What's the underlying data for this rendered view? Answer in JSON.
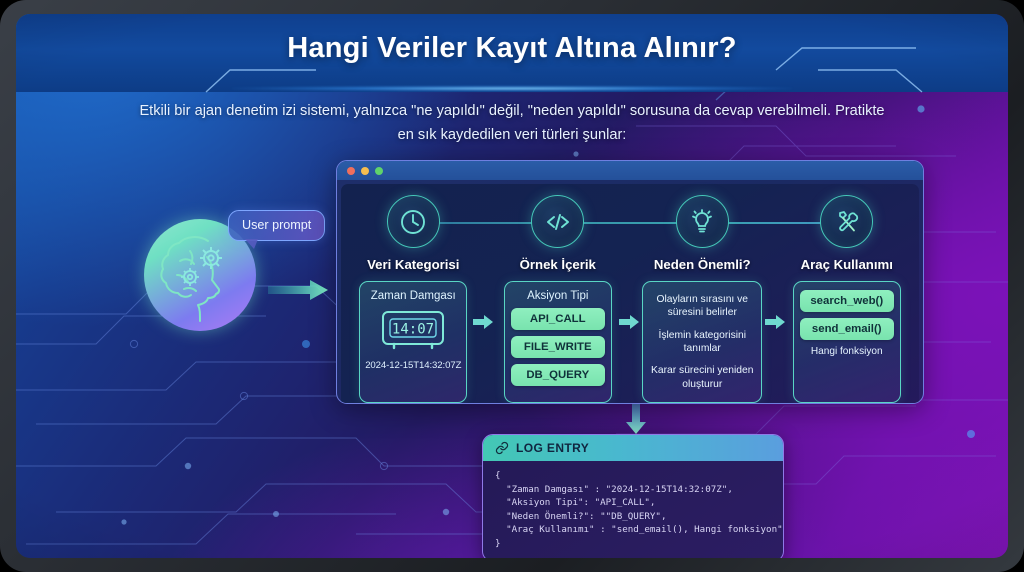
{
  "header": {
    "title": "Hangi Veriler Kayıt Altına Alınır?",
    "subtitle": "Etkili bir ajan denetim izi sistemi, yalnızca \"ne yapıldı\" değil, \"neden yapıldı\" sorusuna da cevap verebilmeli. Pratikte en sık kaydedilen veri türleri şunlar:"
  },
  "source": {
    "bubble_label": "User prompt",
    "brain_icon": "brain-gears-head-icon",
    "arrow_icon": "arrow-right-icon"
  },
  "window": {
    "dots": [
      {
        "name": "close",
        "color": "#ef6f5d"
      },
      {
        "name": "minimize",
        "color": "#f5bd4f"
      },
      {
        "name": "maximize",
        "color": "#5fd36b"
      }
    ],
    "columns": [
      {
        "icon": "clock-icon",
        "title": "Veri Kategorisi",
        "panel_label": "Zaman Damgası",
        "display_time": "14:07",
        "timestamp": "2024-12-15T14:32:07Z",
        "pills": [],
        "lines": []
      },
      {
        "icon": "code-brackets-icon",
        "title": "Örnek İçerik",
        "panel_label": "Aksiyon Tipi",
        "pills": [
          "API_CALL",
          "FILE_WRITE",
          "DB_QUERY"
        ],
        "lines": []
      },
      {
        "icon": "lightbulb-icon",
        "title": "Neden Önemli?",
        "panel_label": "",
        "pills": [],
        "lines": [
          "Olayların sırasını ve süresini belirler",
          "İşlemin kategorisini tanımlar",
          "Karar sürecini yeniden oluşturur"
        ]
      },
      {
        "icon": "hammer-wrench-icon",
        "title": "Araç Kullanımı",
        "panel_label": "",
        "pills": [
          "search_web()",
          "send_email()"
        ],
        "footer": "Hangi fonksiyon",
        "lines": []
      }
    ]
  },
  "log": {
    "icon": "link-chain-icon",
    "title": "LOG ENTRY",
    "code": "{\n  \"Zaman Damgası\" : \"2024-12-15T14:32:07Z\",\n  \"Aksiyon Tipi\": \"API_CALL\",\n  \"Neden Önemli?\": \"\"DB_QUERY\",\n  \"Araç Kullanımı\" : \"send_email(), Hangi fonksiyon\"\n}"
  },
  "colors": {
    "accent_teal": "#45c7b8",
    "accent_green": "#8fefbf",
    "header_blue": "#124a9e",
    "card_border": "#6f7fe0",
    "log_border": "#8f7ae8"
  }
}
